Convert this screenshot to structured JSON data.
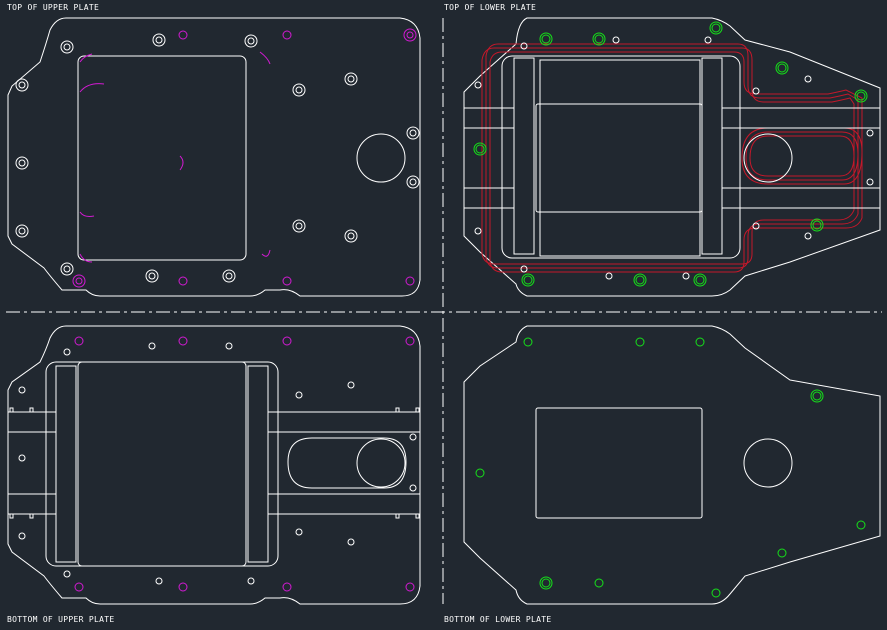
{
  "labels": {
    "top_upper": "TOP OF UPPER PLATE",
    "top_lower": "TOP OF LOWER PLATE",
    "bottom_upper": "BOTTOM OF UPPER PLATE",
    "bottom_lower": "BOTTOM OF LOWER PLATE"
  },
  "colors": {
    "background": "#212830",
    "outline": "#ffffff",
    "green_holes": "#16e01a",
    "magenta_holes": "#d21ad2",
    "red_groove": "#c4182a"
  }
}
